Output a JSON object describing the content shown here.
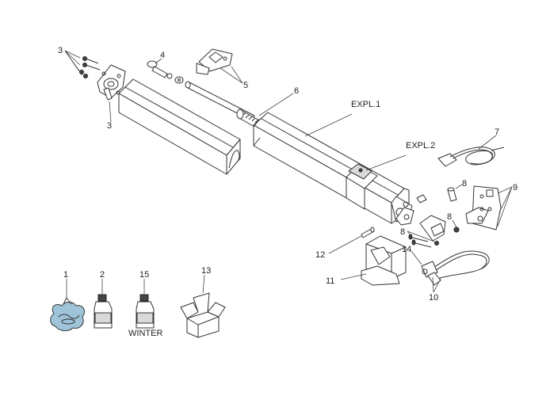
{
  "labels": {
    "l1": "1",
    "l2": "2",
    "l3a": "3",
    "l3b": "3",
    "l4": "4",
    "l5": "5",
    "l6": "6",
    "l7": "7",
    "l8a": "8",
    "l8b": "8",
    "l8c": "8",
    "l9": "9",
    "l10": "10",
    "l11": "11",
    "l12": "12",
    "l13": "13",
    "l14": "14",
    "l15": "15",
    "expl1": "EXPL.1",
    "expl2": "EXPL.2",
    "winter": "WINTER"
  },
  "colors": {
    "line": "#333333",
    "shade": "#d9d9d9",
    "bag": "#9fc3d9"
  }
}
